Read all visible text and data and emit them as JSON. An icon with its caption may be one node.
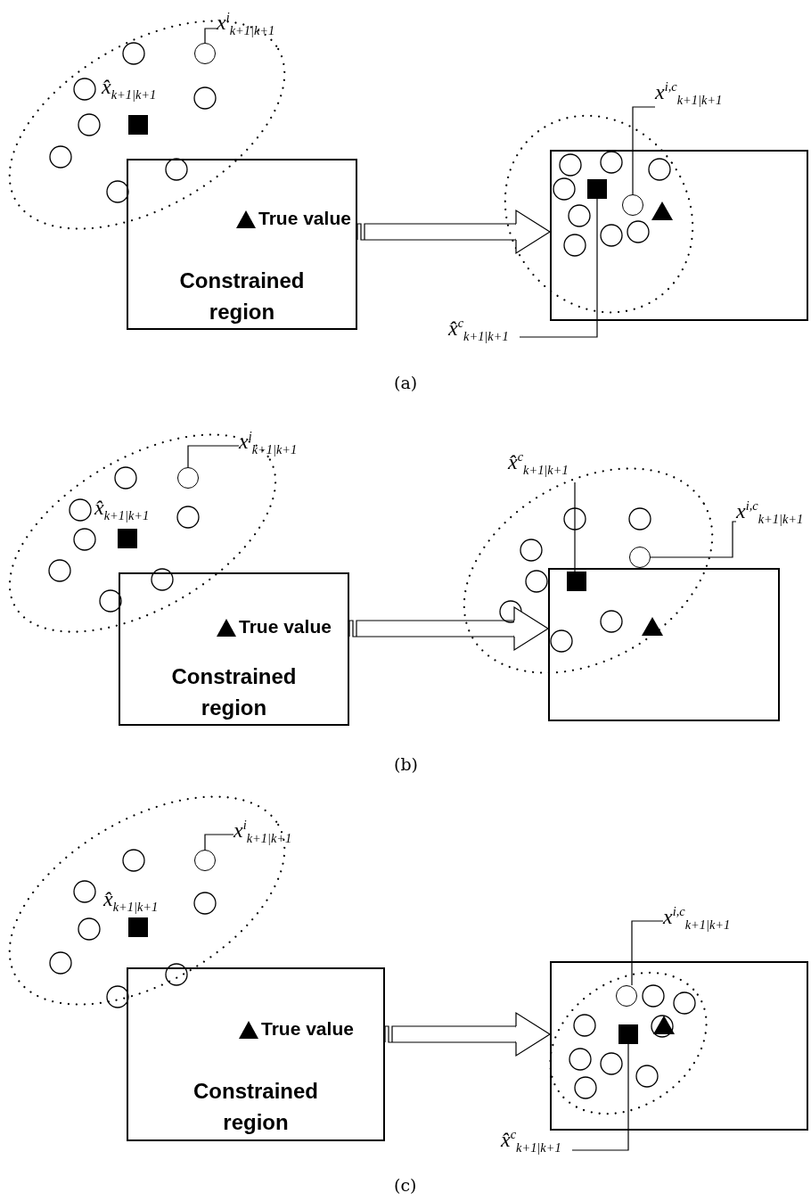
{
  "diagram": {
    "nodes": [
      {
        "text": [
          "x$^{i}$$_{k+1|k+1}$"
        ]
      },
      {
        "text": [],
        "shape": "circle"
      },
      {
        "text": [
          "Constrained region"
        ]
      },
      {
        "text": [],
        "shape": "box"
      },
      {
        "text": [
          "x$^{i,c}$$_{k+1|k+1}$"
        ]
      },
      {
        "text": [],
        "shape": "circle",
        "in": 3
      },
      {
        "text": [
          "x̂$^{c}$$_{k+1|k+1}$"
        ]
      },
      {
        "text": [],
        "shape": "square",
        "in": 3
      },
      {
        "text": [
          "x$^{i}$$_{k+1|k+1}$"
        ]
      },
      {
        "text": [],
        "shape": "circle"
      },
      {
        "text": [
          "Constrained region"
        ]
      },
      {
        "text": [],
        "shape": "box"
      },
      {
        "text": [
          "x$^{i,c}$$_{k+1|k+1}$"
        ]
      },
      {
        "text": [],
        "shape": "circle"
      },
      {
        "text": [
          "x̂$^{c}$$_{k+1|k+1}$"
        ]
      },
      {
        "text": [],
        "shape": "square",
        "in": 11
      },
      {
        "text": [
          "x$^{i}$$_{k+1|k+1}$"
        ]
      },
      {
        "text": [],
        "shape": "circle"
      },
      {
        "text": [
          "Constrained region"
        ]
      },
      {
        "text": [],
        "shape": "box"
      },
      {
        "text": [
          "x$^{i,c}$$_{k+1|k+1}$"
        ]
      },
      {
        "text": [],
        "shape": "circle",
        "in": 19
      },
      {
        "text": [
          "x̂$^{c}$$_{k+1|k+1}$"
        ]
      },
      {
        "text": [],
        "shape": "square",
        "in": 19
      }
    ],
    "edges": [
      {
        "from": 0,
        "to": 1,
        "arrow": "none"
      },
      {
        "from": 2,
        "to": 3,
        "arrow": "to"
      },
      {
        "from": 4,
        "to": 5,
        "arrow": "none"
      },
      {
        "from": 7,
        "to": 6,
        "arrow": "none"
      },
      {
        "from": 8,
        "to": 9,
        "arrow": "none"
      },
      {
        "from": 10,
        "to": 11,
        "arrow": "to"
      },
      {
        "from": 12,
        "to": 13,
        "arrow": "none"
      },
      {
        "from": 14,
        "to": 15,
        "arrow": "none"
      },
      {
        "from": 16,
        "to": 17,
        "arrow": "none"
      },
      {
        "from": 18,
        "to": 19,
        "arrow": "to"
      },
      {
        "from": 20,
        "to": 21,
        "arrow": "none"
      },
      {
        "from": 23,
        "to": 22,
        "arrow": "none"
      }
    ],
    "labels": [
      "x̂$_{k+1|k+1}$",
      "True value",
      "(a)",
      "x̂$_{k+1|k+1}$",
      "True value",
      "(b)",
      "x̂$_{k+1|k+1}$",
      "True value",
      "(c)"
    ]
  }
}
